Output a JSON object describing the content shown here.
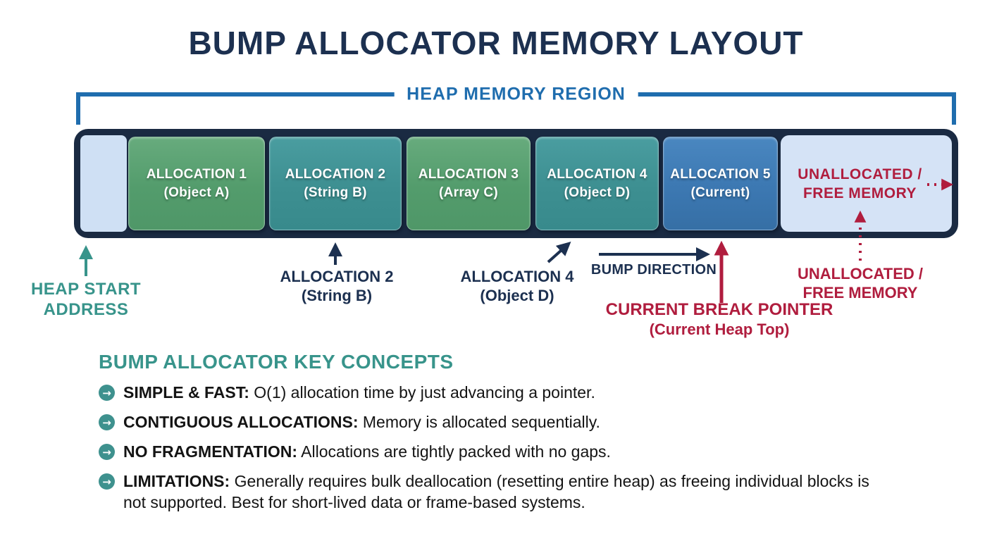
{
  "title": "BUMP ALLOCATOR MEMORY LAYOUT",
  "heap_region": {
    "label": "HEAP MEMORY REGION"
  },
  "memory_bar": {
    "blocks": [
      {
        "line1": "ALLOCATION 1",
        "line2": "(Object A)",
        "type": "green"
      },
      {
        "line1": "ALLOCATION 2",
        "line2": "(String B)",
        "type": "teal"
      },
      {
        "line1": "ALLOCATION 3",
        "line2": "(Array C)",
        "type": "green"
      },
      {
        "line1": "ALLOCATION 4",
        "line2": "(Object D)",
        "type": "teal"
      },
      {
        "line1": "ALLOCATION 5",
        "line2": "(Current)",
        "type": "blue"
      }
    ],
    "free": {
      "line1": "UNALLOCATED /",
      "line2": "FREE MEMORY"
    }
  },
  "annotations": {
    "heap_start": {
      "line1": "HEAP START",
      "line2": "ADDRESS"
    },
    "alloc2": {
      "line1": "ALLOCATION 2",
      "line2": "(String B)"
    },
    "alloc4": {
      "line1": "ALLOCATION 4",
      "line2": "(Object D)"
    },
    "bump_direction": "BUMP DIRECTION",
    "break_pointer": {
      "line1": "CURRENT BREAK POINTER",
      "line2": "(Current Heap Top)"
    },
    "free_memory": {
      "line1": "UNALLOCATED /",
      "line2": "FREE MEMORY"
    }
  },
  "key_concepts": {
    "heading": "BUMP ALLOCATOR KEY CONCEPTS",
    "bullet_icon_glyph": "→",
    "items": [
      {
        "label": "SIMPLE & FAST:",
        "text": " O(1) allocation time by just advancing a pointer."
      },
      {
        "label": "CONTIGUOUS ALLOCATIONS:",
        "text": " Memory is allocated sequentially."
      },
      {
        "label": "NO FRAGMENTATION:",
        "text": " Allocations are tightly packed with no gaps."
      },
      {
        "label": "LIMITATIONS:",
        "text": " Generally requires bulk deallocation (resetting entire heap) as freeing individual blocks is not supported. Best for short-lived data or frame-based systems."
      }
    ]
  },
  "colors": {
    "title_navy": "#1c3050",
    "heap_region_blue": "#1f6dae",
    "bar_outline_navy": "#1a2a42",
    "free_light_blue": "#d5e3f6",
    "green_block": "#539c6c",
    "teal_block": "#3d8f91",
    "blue_block": "#3c78b2",
    "teal_accent": "#38948b",
    "red_accent": "#b01d3e"
  }
}
